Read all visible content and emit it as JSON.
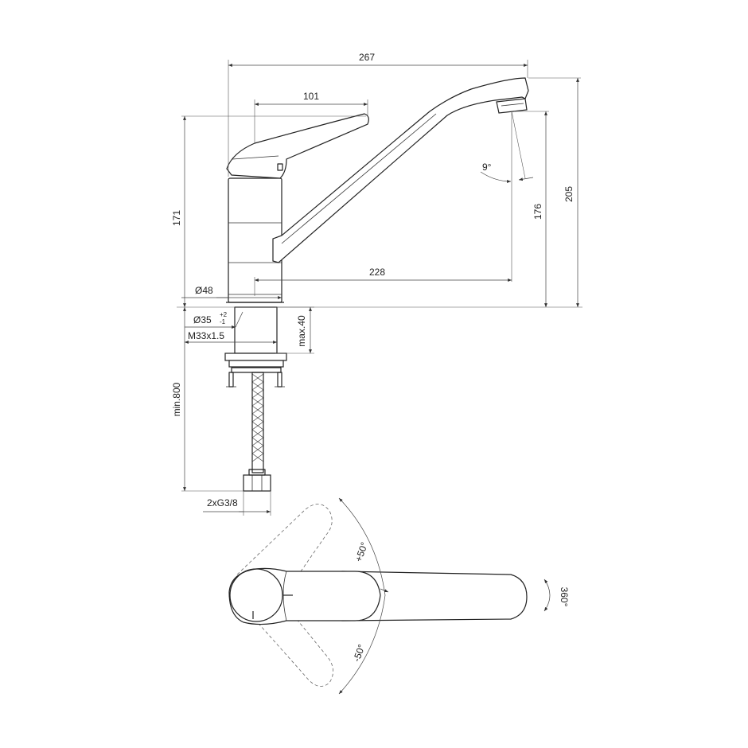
{
  "dimensions": {
    "total_width": "267",
    "lever_length": "101",
    "spout_reach": "228",
    "body_height": "171",
    "spout_height": "176",
    "total_height": "205",
    "body_diameter": "Ø48",
    "hole_diameter": "Ø35",
    "hole_tolerance_plus": "+2",
    "hole_tolerance_minus": "-1",
    "thread": "M33x1.5",
    "max_deck_thickness": "max.40",
    "min_hose_length": "min.800",
    "connection": "2xG3/8",
    "spout_angle": "9°",
    "lever_plus": "+50°",
    "lever_minus": "-50°",
    "spout_rotation": "360°"
  }
}
